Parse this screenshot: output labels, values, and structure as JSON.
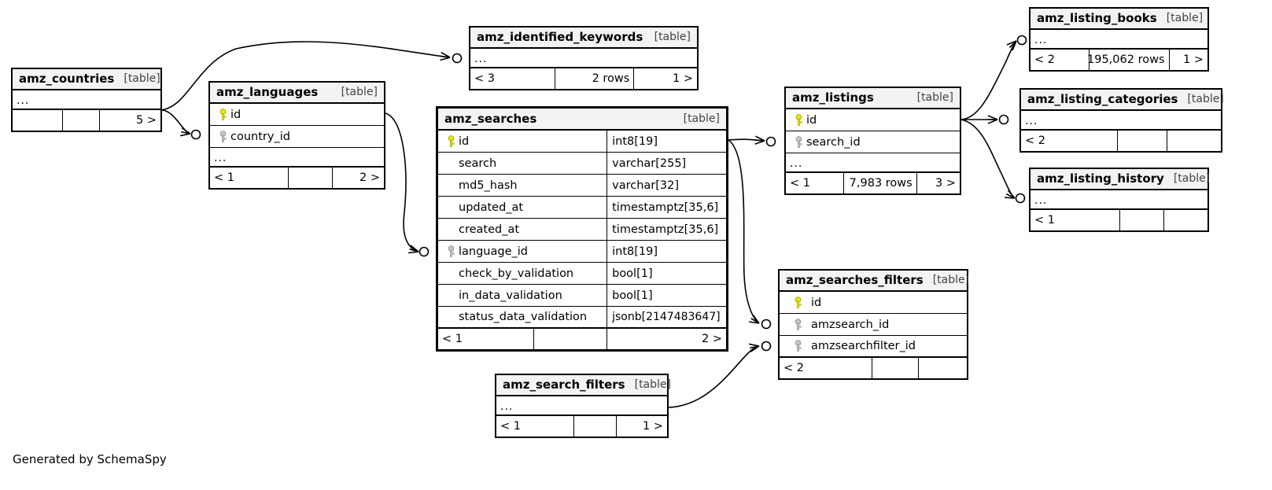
{
  "diagram": {
    "kind_label": "[table]",
    "credit": "Generated by SchemaSpy",
    "ellipsis": "...",
    "colors": {
      "pk_key": "#e8e800",
      "fk_key": "#b0b0b0",
      "header_bg": "#f3f3f3",
      "border": "#000000"
    }
  },
  "tables": {
    "amz_countries": {
      "name": "amz_countries",
      "kind": "[table]",
      "columns": [],
      "ellipsis": "...",
      "footer": {
        "left": "",
        "center": "",
        "right": "5 >"
      }
    },
    "amz_languages": {
      "name": "amz_languages",
      "kind": "[table]",
      "columns": [
        {
          "key": "pk",
          "name": "id",
          "type": ""
        },
        {
          "key": "fk",
          "name": "country_id",
          "type": ""
        }
      ],
      "ellipsis": "...",
      "footer": {
        "left": "< 1",
        "center": "",
        "right": "2 >"
      }
    },
    "amz_identified_keywords": {
      "name": "amz_identified_keywords",
      "kind": "[table]",
      "columns": [],
      "ellipsis": "...",
      "footer": {
        "left": "< 3",
        "center": "2 rows",
        "right": "1 >"
      }
    },
    "amz_searches": {
      "name": "amz_searches",
      "kind": "[table]",
      "columns": [
        {
          "key": "pk",
          "name": "id",
          "type": "int8[19]"
        },
        {
          "key": "none",
          "name": "search",
          "type": "varchar[255]"
        },
        {
          "key": "none",
          "name": "md5_hash",
          "type": "varchar[32]"
        },
        {
          "key": "none",
          "name": "updated_at",
          "type": "timestamptz[35,6]"
        },
        {
          "key": "none",
          "name": "created_at",
          "type": "timestamptz[35,6]"
        },
        {
          "key": "fk",
          "name": "language_id",
          "type": "int8[19]"
        },
        {
          "key": "none",
          "name": "check_by_validation",
          "type": "bool[1]"
        },
        {
          "key": "none",
          "name": "in_data_validation",
          "type": "bool[1]"
        },
        {
          "key": "none",
          "name": "status_data_validation",
          "type": "jsonb[2147483647]"
        }
      ],
      "ellipsis": "",
      "footer": {
        "left": "< 1",
        "center": "",
        "right": "2 >"
      }
    },
    "amz_listings": {
      "name": "amz_listings",
      "kind": "[table]",
      "columns": [
        {
          "key": "pk",
          "name": "id",
          "type": ""
        },
        {
          "key": "fk",
          "name": "search_id",
          "type": ""
        }
      ],
      "ellipsis": "...",
      "footer": {
        "left": "< 1",
        "center": "7,983 rows",
        "right": "3 >"
      }
    },
    "amz_listing_books": {
      "name": "amz_listing_books",
      "kind": "[table]",
      "columns": [],
      "ellipsis": "...",
      "footer": {
        "left": "< 2",
        "center": "195,062 rows",
        "right": "1 >"
      }
    },
    "amz_listing_categories": {
      "name": "amz_listing_categories",
      "kind": "[table]",
      "columns": [],
      "ellipsis": "...",
      "footer": {
        "left": "< 2",
        "center": "",
        "right": ""
      }
    },
    "amz_listing_history": {
      "name": "amz_listing_history",
      "kind": "[table]",
      "columns": [],
      "ellipsis": "...",
      "footer": {
        "left": "< 1",
        "center": "",
        "right": ""
      }
    },
    "amz_searches_filters": {
      "name": "amz_searches_filters",
      "kind": "[table]",
      "columns": [
        {
          "key": "pk",
          "name": "id",
          "type": ""
        },
        {
          "key": "fk",
          "name": "amzsearch_id",
          "type": ""
        },
        {
          "key": "fk",
          "name": "amzsearchfilter_id",
          "type": ""
        }
      ],
      "ellipsis": "",
      "footer": {
        "left": "< 2",
        "center": "",
        "right": ""
      }
    },
    "amz_search_filters": {
      "name": "amz_search_filters",
      "kind": "[table]",
      "columns": [],
      "ellipsis": "...",
      "footer": {
        "left": "< 1",
        "center": "",
        "right": "1 >"
      }
    }
  },
  "relationships": [
    {
      "from": "amz_countries",
      "to": "amz_languages.country_id"
    },
    {
      "from": "amz_languages",
      "to": "amz_identified_keywords"
    },
    {
      "from": "amz_languages",
      "to": "amz_searches.language_id"
    },
    {
      "from": "amz_searches",
      "to": "amz_listings.search_id"
    },
    {
      "from": "amz_searches",
      "to": "amz_searches_filters.amzsearch_id"
    },
    {
      "from": "amz_search_filters",
      "to": "amz_searches_filters.amzsearchfilter_id"
    },
    {
      "from": "amz_listings",
      "to": "amz_listing_books"
    },
    {
      "from": "amz_listings",
      "to": "amz_listing_categories"
    },
    {
      "from": "amz_listings",
      "to": "amz_listing_history"
    }
  ]
}
